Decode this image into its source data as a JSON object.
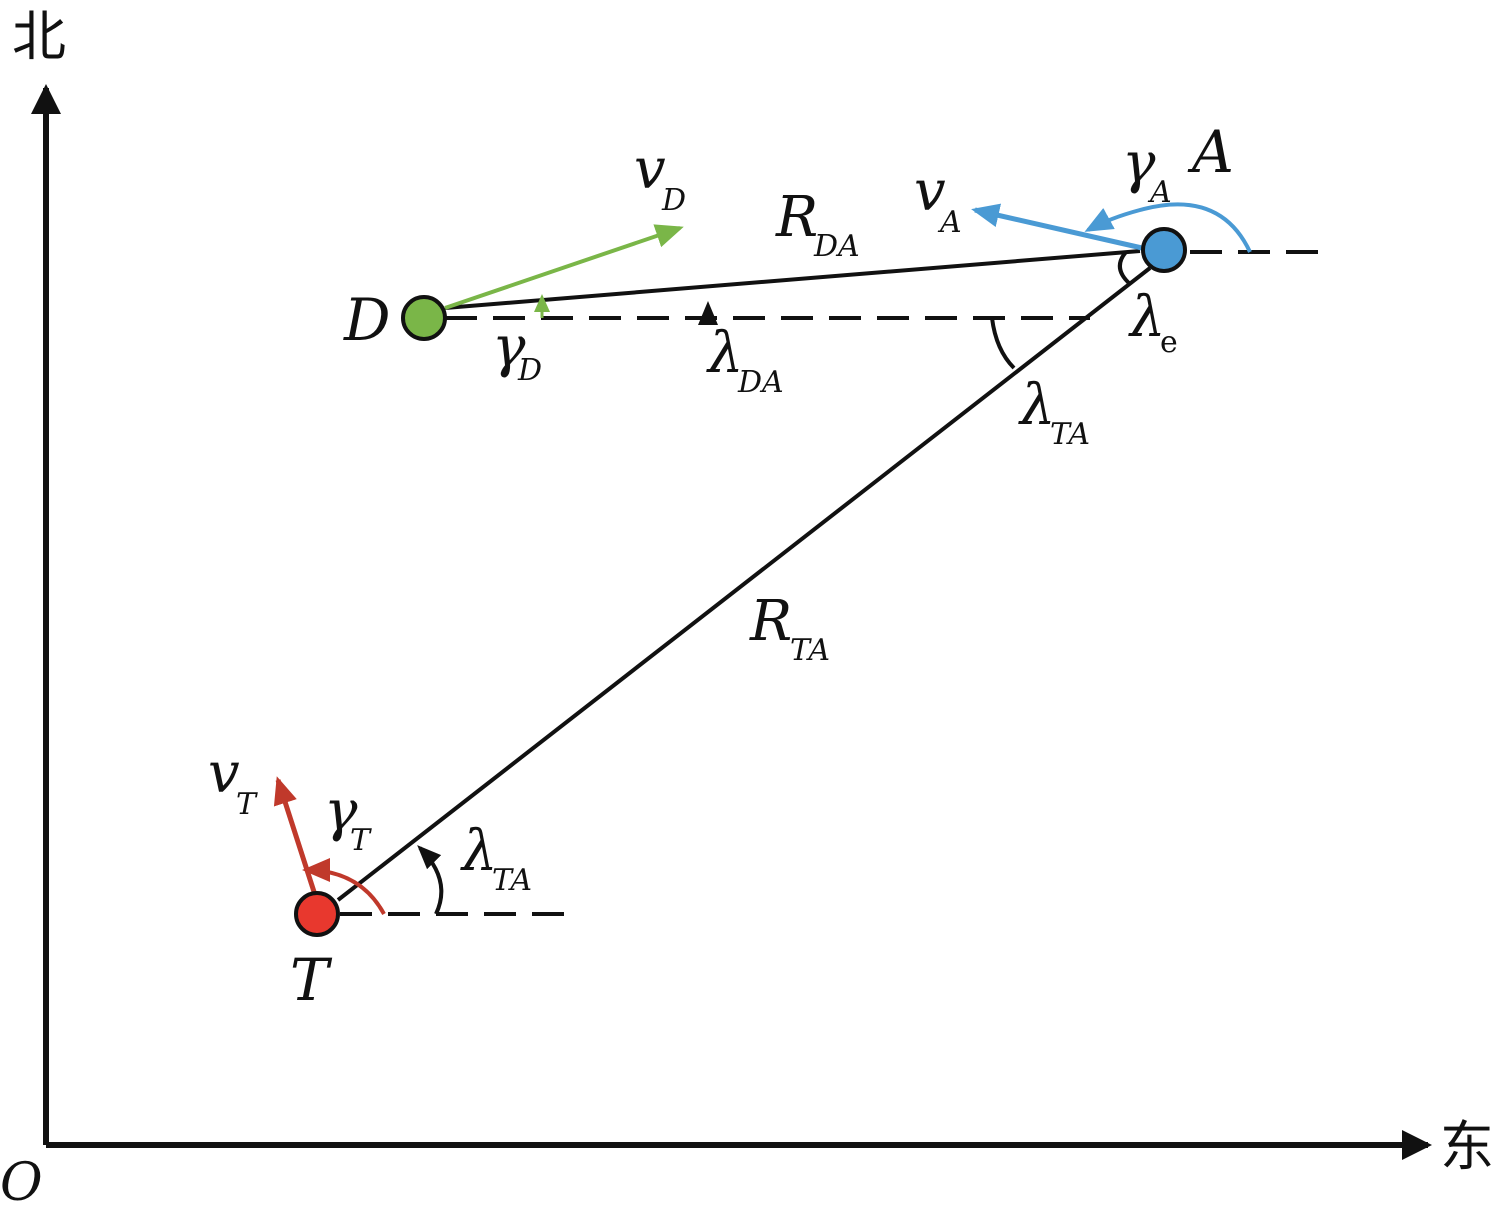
{
  "axes": {
    "north_label": "北",
    "east_label": "东",
    "origin_label": "O"
  },
  "points": {
    "D": {
      "label": "D",
      "color": "#7ab648"
    },
    "A": {
      "label": "A",
      "color": "#4a9ad4"
    },
    "T": {
      "label": "T",
      "color": "#e8382e"
    }
  },
  "labels": {
    "v_D": {
      "main": "v",
      "sub": "D"
    },
    "gamma_D": {
      "main": "γ",
      "sub": "D"
    },
    "R_DA": {
      "main": "R",
      "sub": "DA"
    },
    "lambda_DA": {
      "main": "λ",
      "sub": "DA"
    },
    "v_A": {
      "main": "v",
      "sub": "A"
    },
    "gamma_A": {
      "main": "γ",
      "sub": "A"
    },
    "lambda_e": {
      "main": "λ",
      "sub": "e"
    },
    "lambda_TA_top": {
      "main": "λ",
      "sub": "TA"
    },
    "R_TA": {
      "main": "R",
      "sub": "TA"
    },
    "v_T": {
      "main": "v",
      "sub": "T"
    },
    "gamma_T": {
      "main": "γ",
      "sub": "T"
    },
    "lambda_TA_bottom": {
      "main": "λ",
      "sub": "TA"
    }
  },
  "colors": {
    "line": "#111111",
    "green": "#7ab648",
    "blue": "#4a9ad4",
    "red": "#c0392b"
  }
}
